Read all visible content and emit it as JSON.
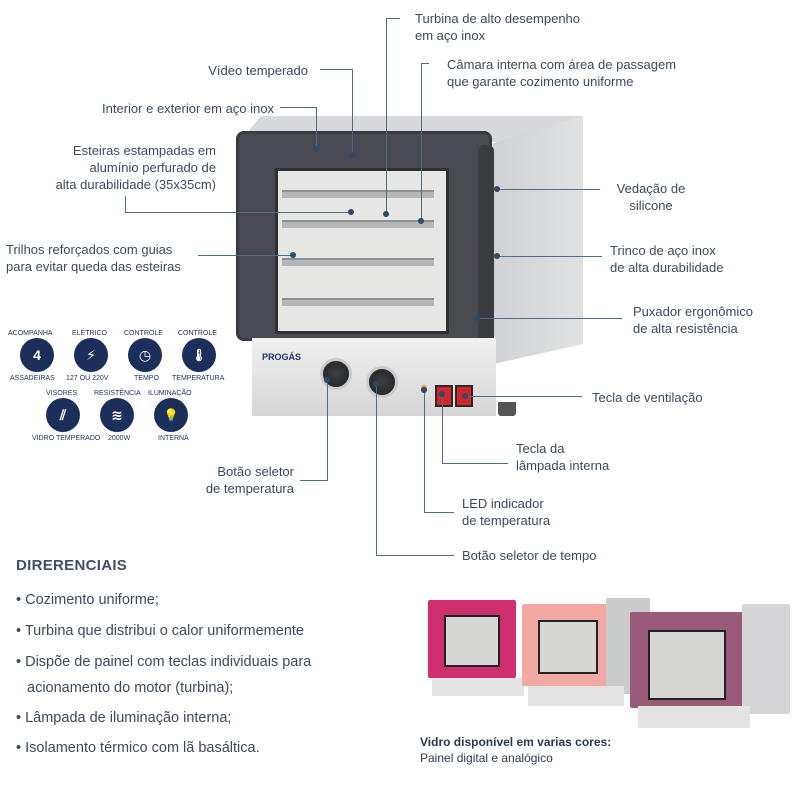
{
  "callouts": {
    "turbina": "Turbina de alto desempenho\nem aço inox",
    "video": "Vídeo temperado",
    "camara": "Câmara interna com área de passagem\nque garante cozimento uniforme",
    "interior": "Interior e exterior em aço inox",
    "esteiras": "Esteiras estampadas em\nalumínio perfurado de\nalta durabilidade (35x35cm)",
    "vedacao": "Vedação de\nsilicone",
    "trilhos": "Trilhos reforçados com guias\npara evitar queda das esteiras",
    "trinco": "Trinco de aço inox\nde alta durabilidade",
    "puxador": "Puxador ergonômico\nde alta resistência",
    "ventilacao": "Tecla de ventilação",
    "lampada": "Tecla da\nlâmpada interna",
    "botao_temp": "Botão seletor\nde temperatura",
    "led": "LED indicador\nde temperatura",
    "botao_tempo": "Botão seletor de tempo"
  },
  "badges": [
    {
      "top": "ACOMPANHA",
      "center": "4",
      "bottom": "ASSADEIRAS"
    },
    {
      "top": "ELÉTRICO",
      "center": "⚡",
      "bottom": "127 OU 220V"
    },
    {
      "top": "CONTROLE",
      "center": "◷",
      "bottom": "TEMPO"
    },
    {
      "top": "CONTROLE",
      "center": "🌡",
      "bottom": "TEMPERATURA"
    },
    {
      "top": "VISORES",
      "center": "⫽",
      "bottom": "VIDRO TEMPERADO"
    },
    {
      "top": "RESISTÊNCIA",
      "center": "≋",
      "bottom": "2000W"
    },
    {
      "top": "ILUMINAÇÃO",
      "center": "💡",
      "bottom": "INTERNA"
    }
  ],
  "brand": "PROGÁS",
  "diferenciais": {
    "title": "DIRERENCIAIS",
    "items": [
      "• Cozimento uniforme;",
      "• Turbina que distribui o calor uniformemente",
      "• Dispõe de painel com teclas individuais para",
      "acionamento do motor (turbina);",
      "• Lâmpada de iluminação interna;",
      "• Isolamento térmico com lã basáltica."
    ]
  },
  "caption": {
    "line1": "Vidro disponível em varias cores:",
    "line2": "Painel digital e analógico"
  },
  "colors": {
    "accent": "#1c2f5a",
    "line": "#4f6c87",
    "pink": "#cf2f6e",
    "rose": "#f3a9a3",
    "mauve": "#9a5a79"
  }
}
